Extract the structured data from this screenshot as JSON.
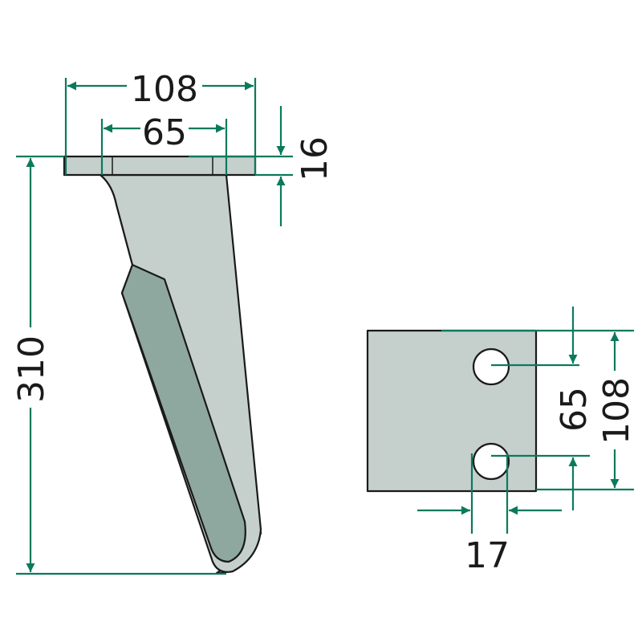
{
  "dimensions": {
    "tine_flange_width": "108",
    "tine_hole_spacing": "65",
    "tine_flange_thickness": "16",
    "tine_height": "310",
    "plate_hole_spacing": "65",
    "plate_height": "108",
    "plate_hole_diameter": "17"
  },
  "colors": {
    "dimension": "#0b7a5c",
    "part_fill": "#c5d0cd",
    "blade_edge_fill": "#8fa89f",
    "outline": "#1a1a1a"
  }
}
